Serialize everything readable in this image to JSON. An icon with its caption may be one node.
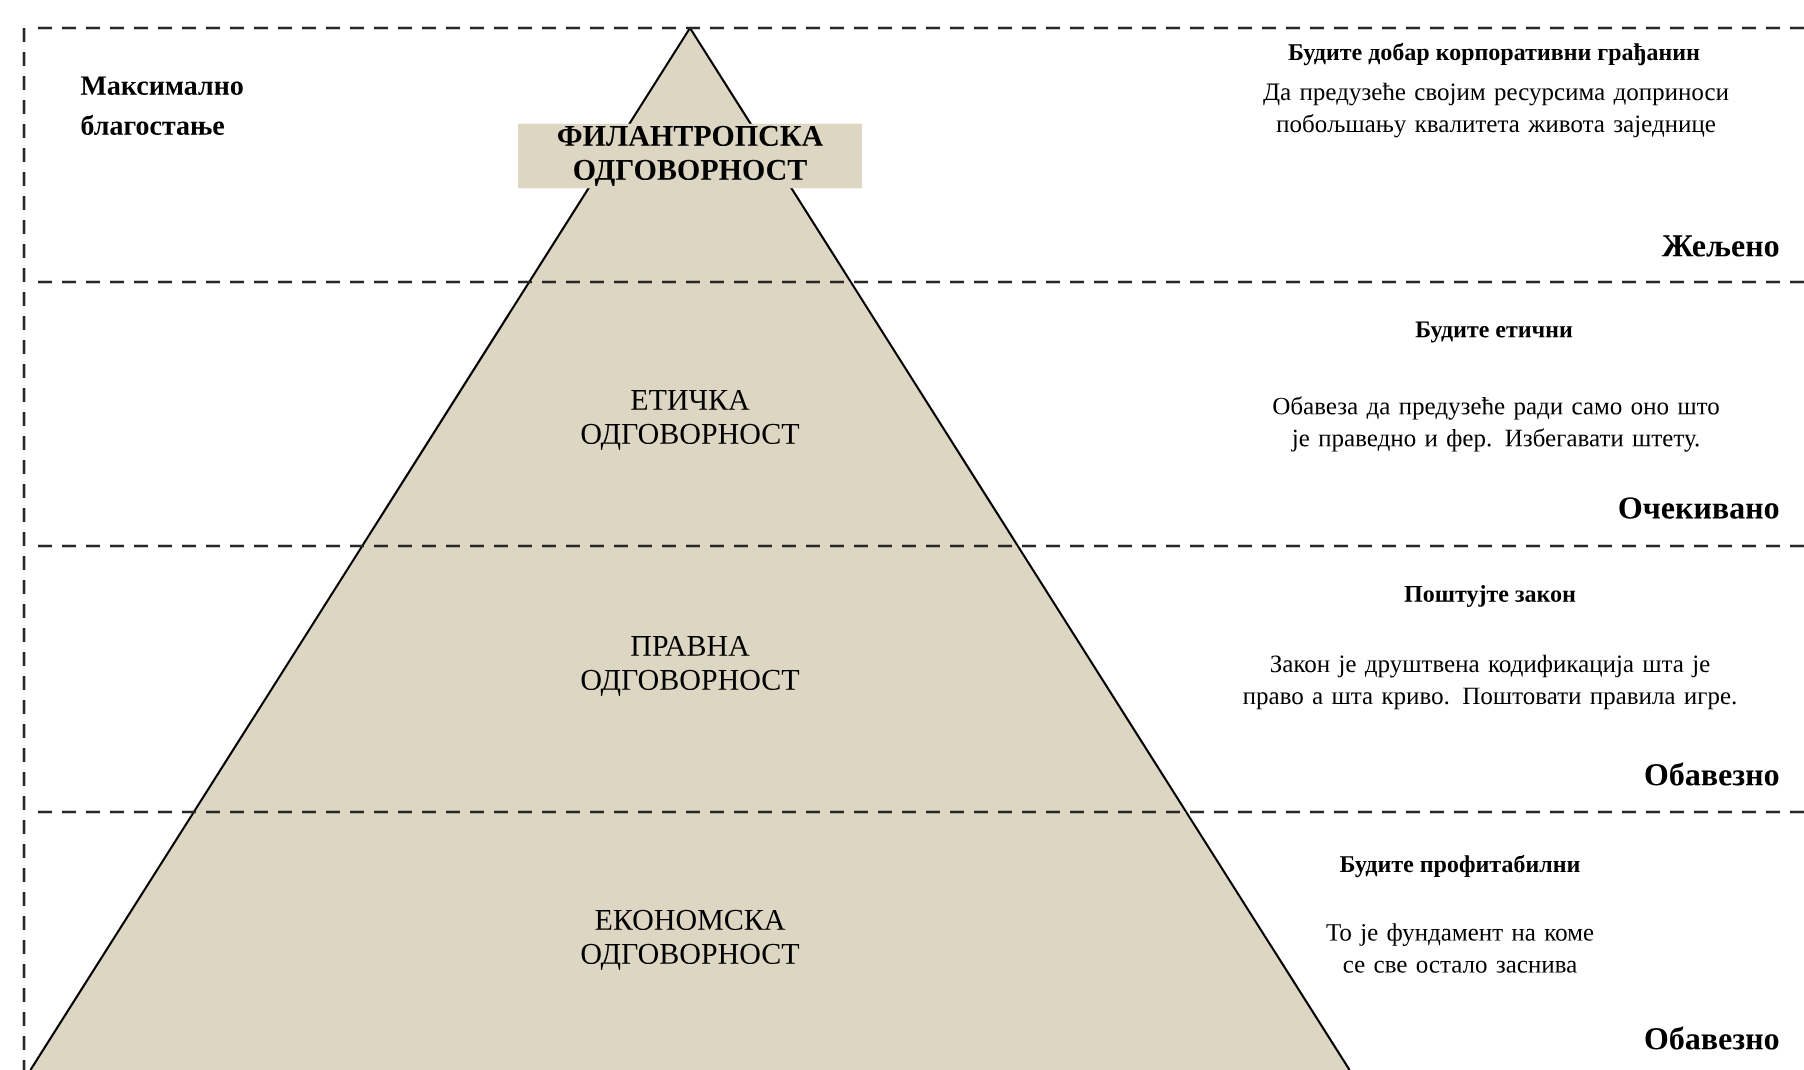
{
  "diagram": {
    "nodes": [
      {
        "text": [
          "Максимално благостање",
          "Будите добар корпоративни грађанин",
          "Да предузеће својим ресурсима доприноси побољшању квалитета живота заједнице",
          "Жељено"
        ]
      },
      {
        "text": [
          "Будите етични",
          "Обавеза да предузеће ради само оно што је праведно и фер. Избегавати штету.",
          "Очекивано"
        ]
      },
      {
        "text": [
          "Поштујте закон",
          "Закон је друштвена кодификација шта је право а шта криво. Поштовати правила игре.",
          "Обавезно"
        ]
      },
      {
        "text": [
          "Будите профитабилни",
          "То је фундамент на коме се све остало заснива",
          "Обавезно"
        ]
      },
      {
        "text": [
          "ФИЛАНТРОПСКА ОДГОВОРНОСТ"
        ],
        "in": 0
      },
      {
        "text": [
          "ЕТИЧКА ОДГОВОРНОСТ"
        ],
        "in": 1
      },
      {
        "text": [
          "ПРАВНА ОДГОВОРНОСТ"
        ],
        "in": 2
      },
      {
        "text": [
          "ЕКОНОМСКА ОДГОВОРНОСТ"
        ],
        "in": 3
      }
    ]
  }
}
